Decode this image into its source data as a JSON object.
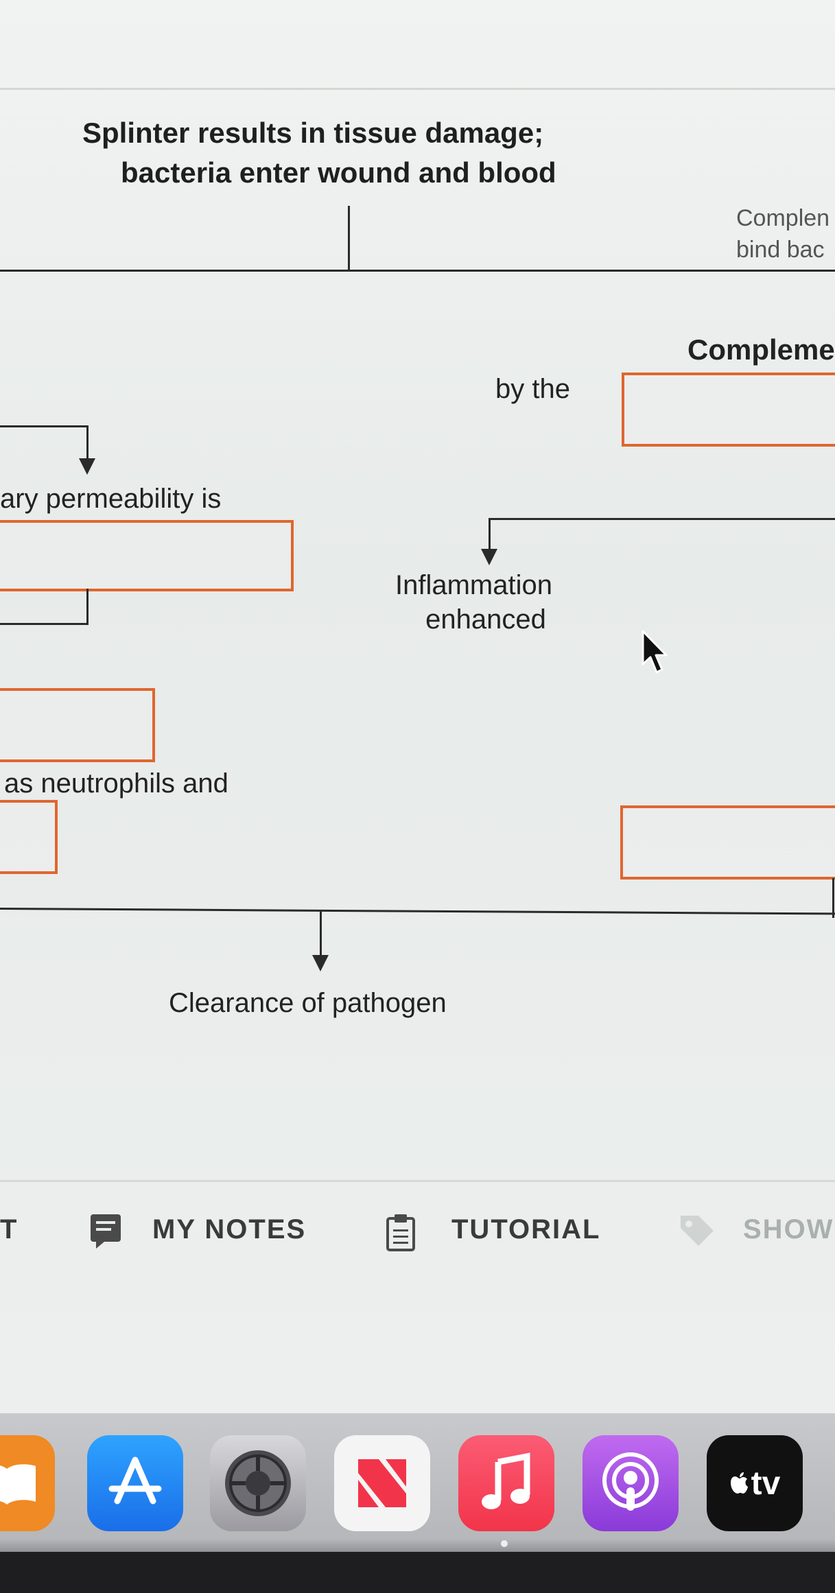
{
  "diagram": {
    "title_line1": "Splinter results in tissue damage;",
    "title_line2": "bacteria enter wound and blood",
    "complement_small_line1": "Complen",
    "complement_small_line2": "bind bac",
    "complement_heading": "Compleme",
    "by_the": "by the",
    "permeability": "ary permeability is",
    "inflammation_line1": "Inflammation",
    "inflammation_line2": "enhanced",
    "neutrophils": "as neutrophils and",
    "clearance": "Clearance of pathogen"
  },
  "toolbar": {
    "partial_left": "T",
    "my_notes": "MY NOTES",
    "tutorial": "TUTORIAL",
    "show": "SHOW"
  },
  "dock": {
    "apps": [
      {
        "name": "books-icon",
        "color": "#f08a24"
      },
      {
        "name": "app-store-icon",
        "color": "#1a8cf0"
      },
      {
        "name": "system-settings-icon",
        "color": "#8e8e93"
      },
      {
        "name": "news-icon",
        "color": "#f4f4f4"
      },
      {
        "name": "music-icon",
        "color": "#f43b5a"
      },
      {
        "name": "podcasts-icon",
        "color": "#a24be0"
      },
      {
        "name": "apple-tv-icon",
        "color": "#111111"
      }
    ],
    "tv_label": "tv"
  }
}
